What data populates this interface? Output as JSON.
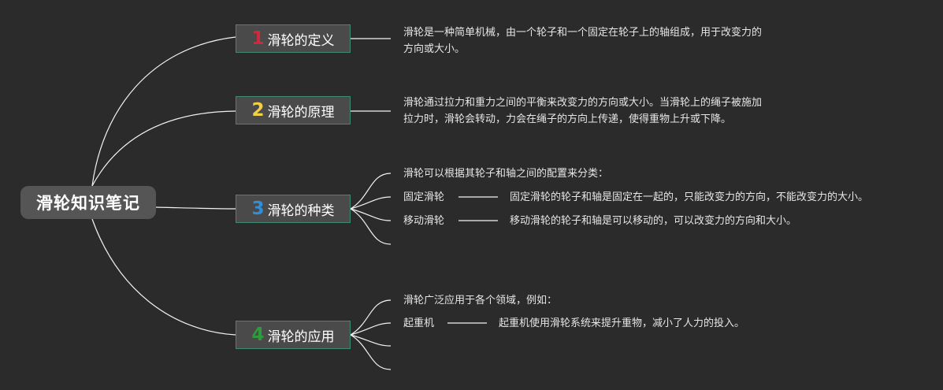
{
  "root": {
    "title": "滑轮知识笔记"
  },
  "topics": [
    {
      "number": "1",
      "color": "#d0283c",
      "label": "滑轮的定义",
      "desc": [
        "滑轮是一种简单机械，由一个轮子和一个固定在轮子上的轴组成，用于改变力的",
        "方向或大小。"
      ]
    },
    {
      "number": "2",
      "color": "#f2cf45",
      "label": "滑轮的原理",
      "desc": [
        "滑轮通过拉力和重力之间的平衡来改变力的方向或大小。当滑轮上的绳子被施加",
        "拉力时，滑轮会转动，力会在绳子的方向上传递，使得重物上升或下降。"
      ]
    },
    {
      "number": "3",
      "color": "#2f8fd8",
      "label": "滑轮的种类",
      "intro": "滑轮可以根据其轮子和轴之间的配置来分类：",
      "items": [
        {
          "name": "固定滑轮",
          "detail": "固定滑轮的轮子和轴是固定在一起的，只能改变力的方向，不能改变力的大小。"
        },
        {
          "name": "移动滑轮",
          "detail": "移动滑轮的轮子和轴是可以移动的，可以改变力的方向和大小。"
        }
      ]
    },
    {
      "number": "4",
      "color": "#2e9b3a",
      "label": "滑轮的应用",
      "intro": "滑轮广泛应用于各个领域，例如：",
      "items": [
        {
          "name": "起重机",
          "detail": "起重机使用滑轮系统来提升重物，减小了人力的投入。"
        }
      ]
    }
  ]
}
